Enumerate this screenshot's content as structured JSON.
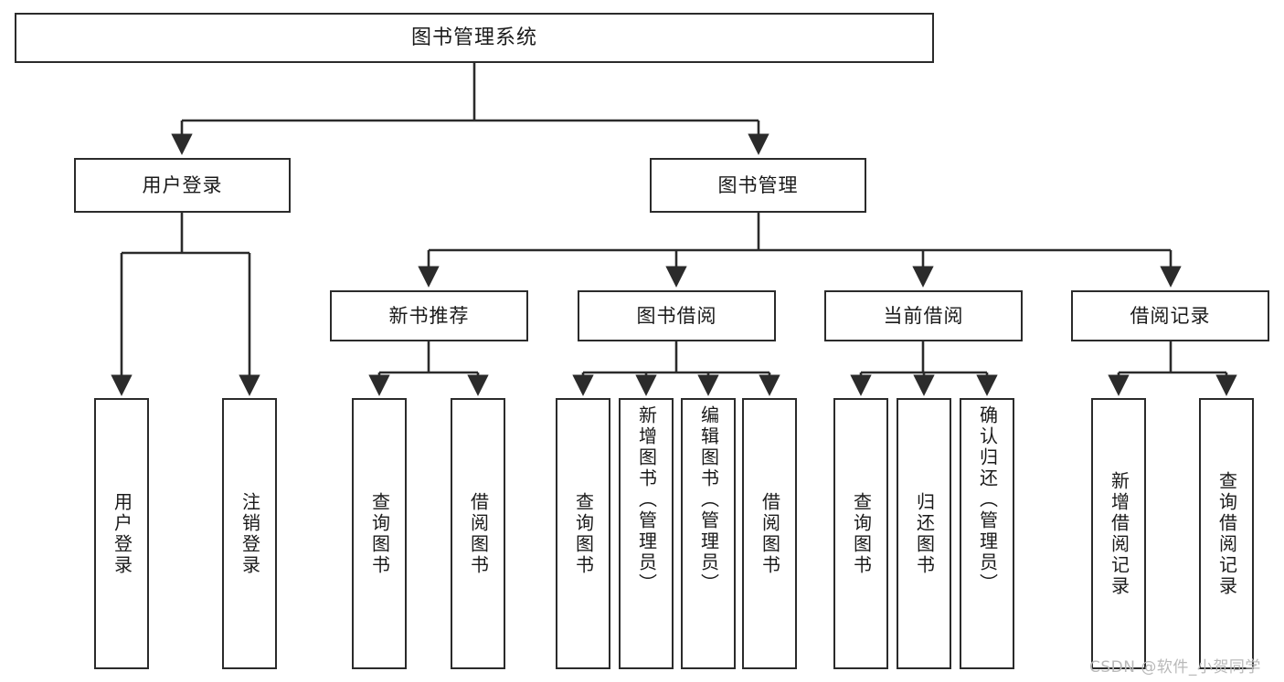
{
  "diagram": {
    "type": "tree",
    "title": "图书管理系统",
    "watermark": "CSDN @软件_小贺同学",
    "colors": {
      "box_border": "#2b2b2b",
      "box_fill": "#ffffff",
      "connector": "#2b2b2b",
      "text": "#1a1a1a",
      "watermark": "#b9b9b9"
    },
    "levels": {
      "root": {
        "label": "图书管理系统"
      },
      "level2": [
        {
          "id": "user-login",
          "label": "用户登录"
        },
        {
          "id": "book-manage",
          "label": "图书管理"
        }
      ],
      "level3": [
        {
          "id": "new-book-recommend",
          "label": "新书推荐"
        },
        {
          "id": "book-borrow",
          "label": "图书借阅"
        },
        {
          "id": "current-borrow",
          "label": "当前借阅"
        },
        {
          "id": "borrow-record",
          "label": "借阅记录"
        }
      ],
      "level4": [
        {
          "id": "leaf-user-login",
          "parent": "user-login",
          "label": "用户登录"
        },
        {
          "id": "leaf-logout",
          "parent": "user-login",
          "label": "注销登录"
        },
        {
          "id": "leaf-query-book-1",
          "parent": "new-book-recommend",
          "label": "查询图书"
        },
        {
          "id": "leaf-borrow-book-1",
          "parent": "new-book-recommend",
          "label": "借阅图书"
        },
        {
          "id": "leaf-query-book-2",
          "parent": "book-borrow",
          "label": "查询图书"
        },
        {
          "id": "leaf-add-book",
          "parent": "book-borrow",
          "label": "新增图书（管理员）"
        },
        {
          "id": "leaf-edit-book",
          "parent": "book-borrow",
          "label": "编辑图书（管理员）"
        },
        {
          "id": "leaf-borrow-book-2",
          "parent": "book-borrow",
          "label": "借阅图书"
        },
        {
          "id": "leaf-query-book-3",
          "parent": "current-borrow",
          "label": "查询图书"
        },
        {
          "id": "leaf-return-book",
          "parent": "current-borrow",
          "label": "归还图书"
        },
        {
          "id": "leaf-confirm-return",
          "parent": "current-borrow",
          "label": "确认归还（管理员）"
        },
        {
          "id": "leaf-add-record",
          "parent": "borrow-record",
          "label": "新增借阅记录"
        },
        {
          "id": "leaf-query-record",
          "parent": "borrow-record",
          "label": "查询借阅记录"
        }
      ]
    }
  }
}
